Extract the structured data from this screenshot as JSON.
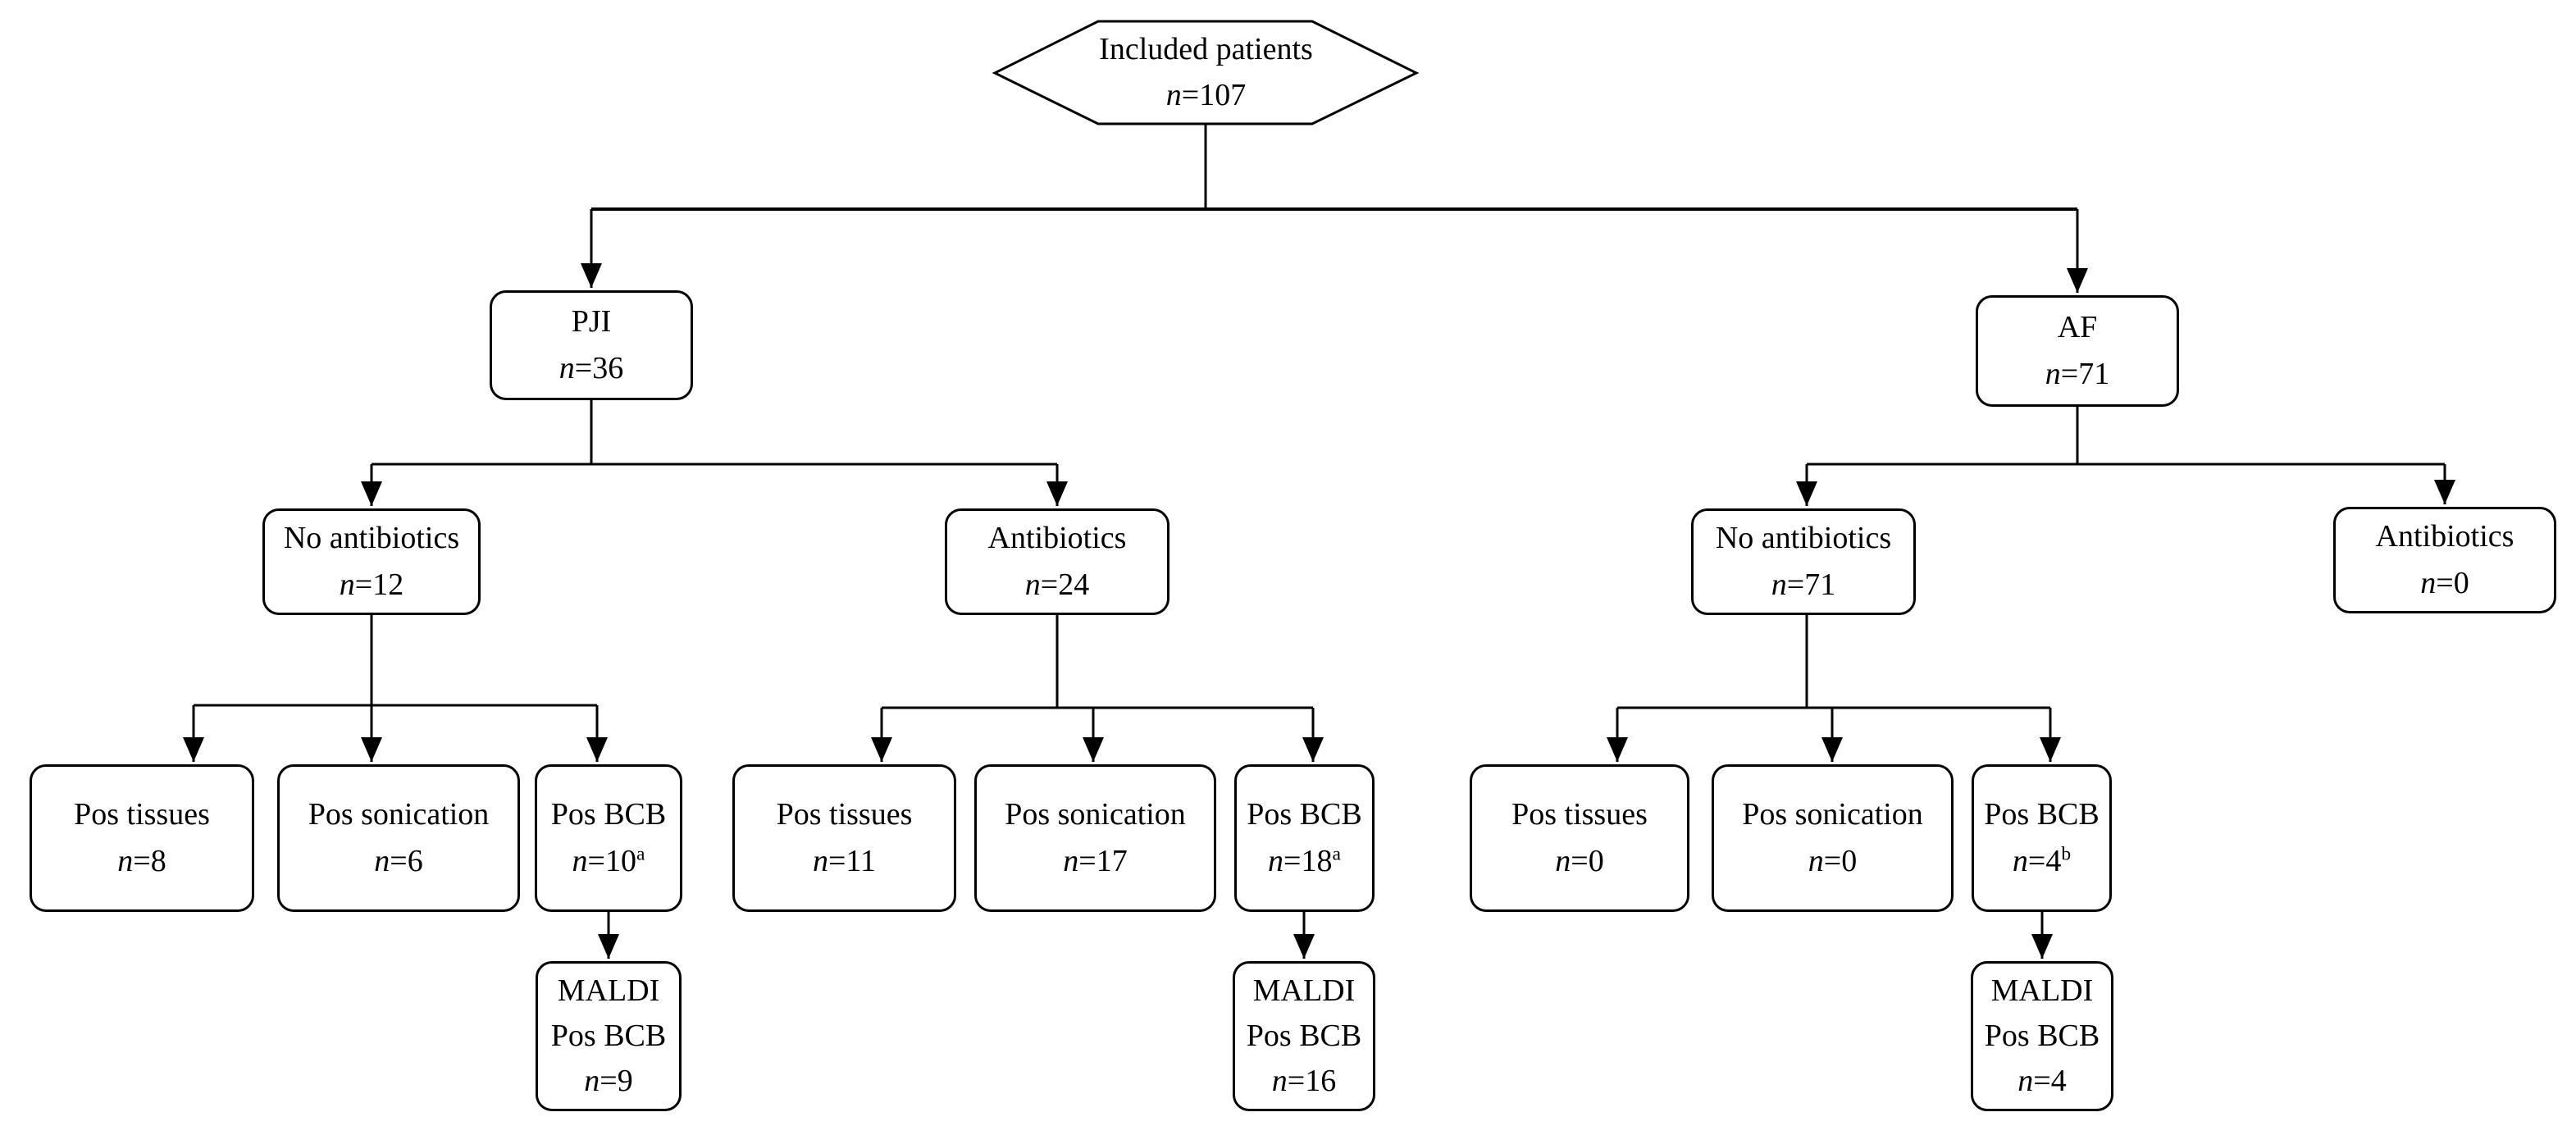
{
  "flowchart": {
    "colors": {
      "line": "#000000",
      "box_border": "#000000",
      "text": "#000000",
      "background": "#ffffff"
    },
    "nodes": {
      "included": {
        "label": "Included patients",
        "n_italic": "n",
        "n_rest": "=107"
      },
      "pji": {
        "label": "PJI",
        "n_italic": "n",
        "n_rest": "=36"
      },
      "af": {
        "label": "AF",
        "n_italic": "n",
        "n_rest": "=71"
      },
      "pji_no_abx": {
        "label": "No antibiotics",
        "n_italic": "n",
        "n_rest": "=12"
      },
      "pji_abx": {
        "label": "Antibiotics",
        "n_italic": "n",
        "n_rest": "=24"
      },
      "af_no_abx": {
        "label": "No antibiotics",
        "n_italic": "n",
        "n_rest": "=71"
      },
      "af_abx": {
        "label": "Antibiotics",
        "n_italic": "n",
        "n_rest": "=0"
      },
      "pji_no_abx_pos_tissues": {
        "label": "Pos tissues",
        "n_italic": "n",
        "n_rest": "=8"
      },
      "pji_no_abx_pos_sonication": {
        "label": "Pos sonication",
        "n_italic": "n",
        "n_rest": "=6"
      },
      "pji_no_abx_pos_bcb": {
        "label": "Pos BCB",
        "n_italic": "n",
        "n_rest": "=10",
        "sup": "a"
      },
      "pji_no_abx_maldi": {
        "line1": "MALDI",
        "line2": "Pos BCB",
        "n_italic": "n",
        "n_rest": "=9"
      },
      "pji_abx_pos_tissues": {
        "label": "Pos tissues",
        "n_italic": "n",
        "n_rest": "=11"
      },
      "pji_abx_pos_sonication": {
        "label": "Pos sonication",
        "n_italic": "n",
        "n_rest": "=17"
      },
      "pji_abx_pos_bcb": {
        "label": "Pos BCB",
        "n_italic": "n",
        "n_rest": "=18",
        "sup": "a"
      },
      "pji_abx_maldi": {
        "line1": "MALDI",
        "line2": "Pos BCB",
        "n_italic": "n",
        "n_rest": "=16"
      },
      "af_no_abx_pos_tissues": {
        "label": "Pos tissues",
        "n_italic": "n",
        "n_rest": "=0"
      },
      "af_no_abx_pos_sonication": {
        "label": "Pos sonication",
        "n_italic": "n",
        "n_rest": "=0"
      },
      "af_no_abx_pos_bcb": {
        "label": "Pos BCB",
        "n_italic": "n",
        "n_rest": "=4",
        "sup": "b"
      },
      "af_no_abx_maldi": {
        "line1": "MALDI",
        "line2": "Pos BCB",
        "n_italic": "n",
        "n_rest": "=4"
      }
    }
  }
}
